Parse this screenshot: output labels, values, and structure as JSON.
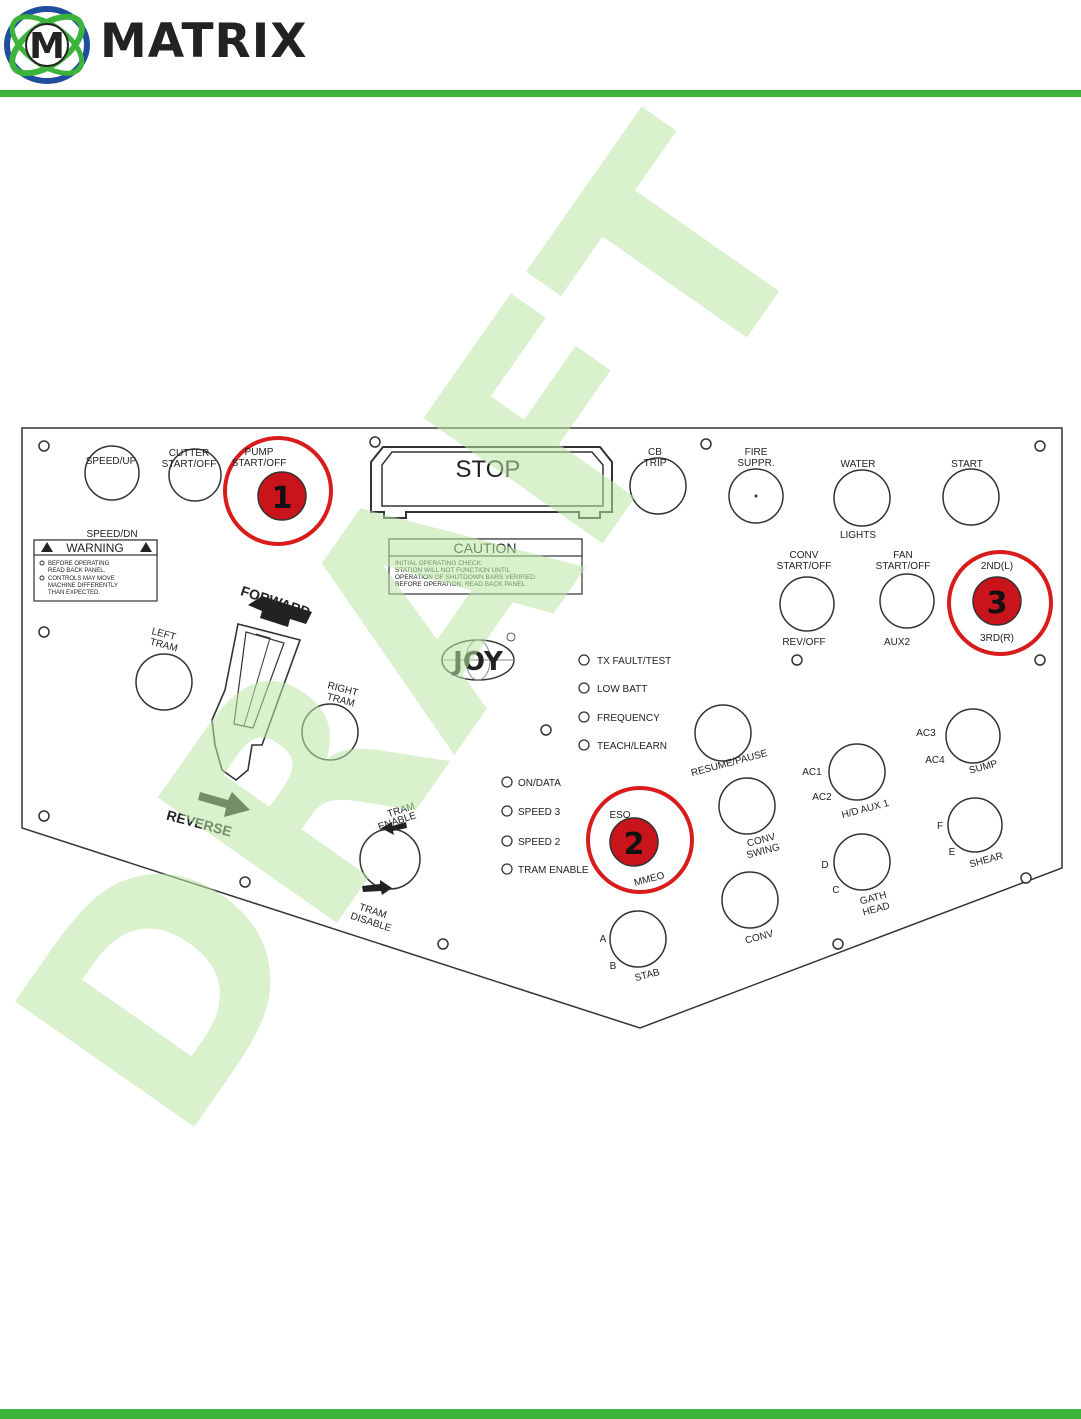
{
  "header": {
    "brand_name": "MATRIX",
    "logo_letter": "M",
    "accent_color": "#3cb43c"
  },
  "watermark": {
    "text": "DRAFT",
    "color": "#b9e6a4"
  },
  "panel": {
    "stop_label": "STOP",
    "caution": {
      "title": "CAUTION",
      "lines": [
        "INITIAL OPERATING CHECK:",
        "STATION WILL NOT FUNCTION UNTIL",
        "OPERATION OF SHUTDOWN BARS VERIFIED.",
        "BEFORE OPERATION, READ BACK PANEL."
      ]
    },
    "warning": {
      "title": "WARNING",
      "lines": [
        "BEFORE OPERATING",
        "READ BACK PANEL.",
        "CONTROLS MAY MOVE",
        "MACHINE DIFFERENTLY",
        "THAN EXPECTED."
      ]
    },
    "brand_logo": "JOY",
    "labels": {
      "speed_up": "SPEED/UP",
      "speed_dn": "SPEED/DN",
      "cutter_1": "CUTTER",
      "cutter_2": "START/OFF",
      "pump_1": "PUMP",
      "pump_2": "START/OFF",
      "cb_1": "CB",
      "cb_2": "TRIP",
      "fire_1": "FIRE",
      "fire_2": "SUPPR.",
      "water": "WATER",
      "lights": "LIGHTS",
      "start": "START",
      "conv_1": "CONV",
      "conv_2": "START/OFF",
      "rev_off": "REV/OFF",
      "fan_1": "FAN",
      "fan_2": "START/OFF",
      "aux2": "AUX2",
      "second_l": "2ND(L)",
      "third_r": "3RD(R)",
      "left_tram_1": "LEFT",
      "left_tram_2": "TRAM",
      "right_tram_1": "RIGHT",
      "right_tram_2": "TRAM",
      "forward": "FORWARD",
      "reverse": "REVERSE",
      "tram_enable_1": "TRAM",
      "tram_enable_2": "ENABLE",
      "tram_disable_1": "TRAM",
      "tram_disable_2": "DISABLE",
      "resume_pause": "RESUME/PAUSE",
      "conv_swing_1": "CONV",
      "conv_swing_2": "SWING",
      "conv": "CONV",
      "eso": "ESO",
      "mmeo": "MMEO",
      "a": "A",
      "b": "B",
      "stab": "STAB",
      "ac1": "AC1",
      "ac2": "AC2",
      "hd_aux": "H/D AUX 1",
      "ac3": "AC3",
      "ac4": "AC4",
      "sump": "SUMP",
      "f": "F",
      "e": "E",
      "shear": "SHEAR",
      "d": "D",
      "c": "C",
      "gath_1": "GATH",
      "gath_2": "HEAD"
    },
    "indicators_upper": [
      "TX FAULT/TEST",
      "LOW BATT",
      "FREQUENCY",
      "TEACH/LEARN"
    ],
    "indicators_lower": [
      "ON/DATA",
      "SPEED 3",
      "SPEED 2",
      "TRAM ENABLE"
    ],
    "callouts": [
      "1",
      "2",
      "3"
    ],
    "callout_color": "#d81c1c",
    "button_red": "#c8141a"
  }
}
